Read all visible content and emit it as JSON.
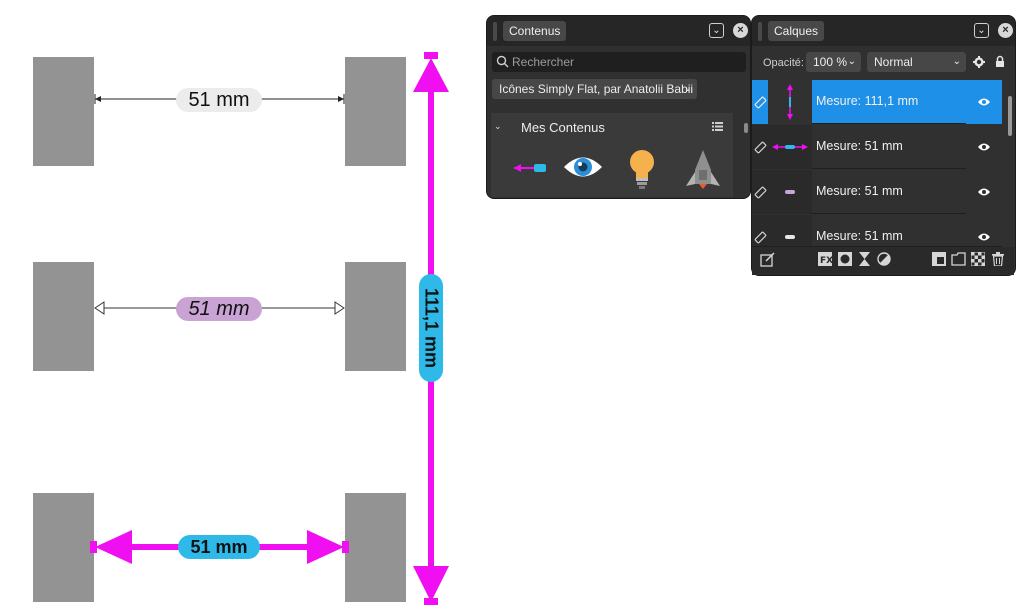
{
  "canvas": {
    "measure_top": "51 mm",
    "measure_middle": "51 mm",
    "measure_bottom": "51 mm",
    "measure_vertical": "111,1 mm",
    "magenta": "#f00ff0",
    "cyan": "#2fb9e8"
  },
  "contents_panel": {
    "tab": "Contenus",
    "search_placeholder": "Rechercher",
    "library": "Icônes Simply Flat, par Anatolii Babii",
    "section": "Mes Contenus",
    "items": [
      "arrow-icon",
      "eye-icon",
      "lightbulb-icon",
      "rocket-icon"
    ]
  },
  "layers_panel": {
    "tab": "Calques",
    "opacity_label": "Opacité:",
    "opacity_value": "100 %",
    "blend_mode": "Normal",
    "layers": [
      {
        "name": "Mesure: 111,1 mm",
        "selected": true
      },
      {
        "name": "Mesure: 51 mm",
        "selected": false
      },
      {
        "name": "Mesure: 51 mm",
        "selected": false
      },
      {
        "name": "Mesure: 51 mm",
        "selected": false
      }
    ],
    "accent": "#1f90e8"
  }
}
